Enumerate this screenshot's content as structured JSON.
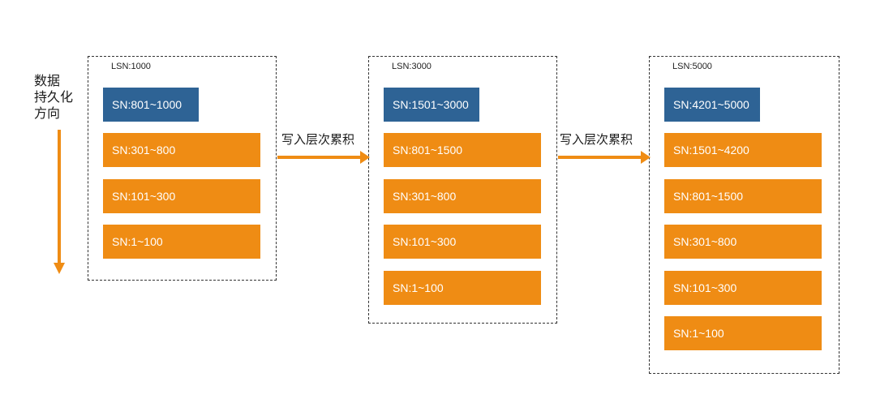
{
  "direction_label": [
    "数据",
    "持久化",
    "方向"
  ],
  "flow_label": "写入层次累积",
  "colors": {
    "blue": "#2e6395",
    "orange": "#ef8c14",
    "arrow": "#ef8c14",
    "border": "#333333"
  },
  "layers": [
    {
      "lsn": "LSN:1000",
      "blocks": [
        {
          "text": "SN:801~1000",
          "kind": "blue"
        },
        {
          "text": "SN:301~800",
          "kind": "orange"
        },
        {
          "text": "SN:101~300",
          "kind": "orange"
        },
        {
          "text": "SN:1~100",
          "kind": "orange"
        }
      ]
    },
    {
      "lsn": "LSN:3000",
      "blocks": [
        {
          "text": "SN:1501~3000",
          "kind": "blue"
        },
        {
          "text": "SN:801~1500",
          "kind": "orange"
        },
        {
          "text": "SN:301~800",
          "kind": "orange"
        },
        {
          "text": "SN:101~300",
          "kind": "orange"
        },
        {
          "text": "SN:1~100",
          "kind": "orange"
        }
      ]
    },
    {
      "lsn": "LSN:5000",
      "blocks": [
        {
          "text": "SN:4201~5000",
          "kind": "blue"
        },
        {
          "text": "SN:1501~4200",
          "kind": "orange"
        },
        {
          "text": "SN:801~1500",
          "kind": "orange"
        },
        {
          "text": "SN:301~800",
          "kind": "orange"
        },
        {
          "text": "SN:101~300",
          "kind": "orange"
        },
        {
          "text": "SN:1~100",
          "kind": "orange"
        }
      ]
    }
  ]
}
